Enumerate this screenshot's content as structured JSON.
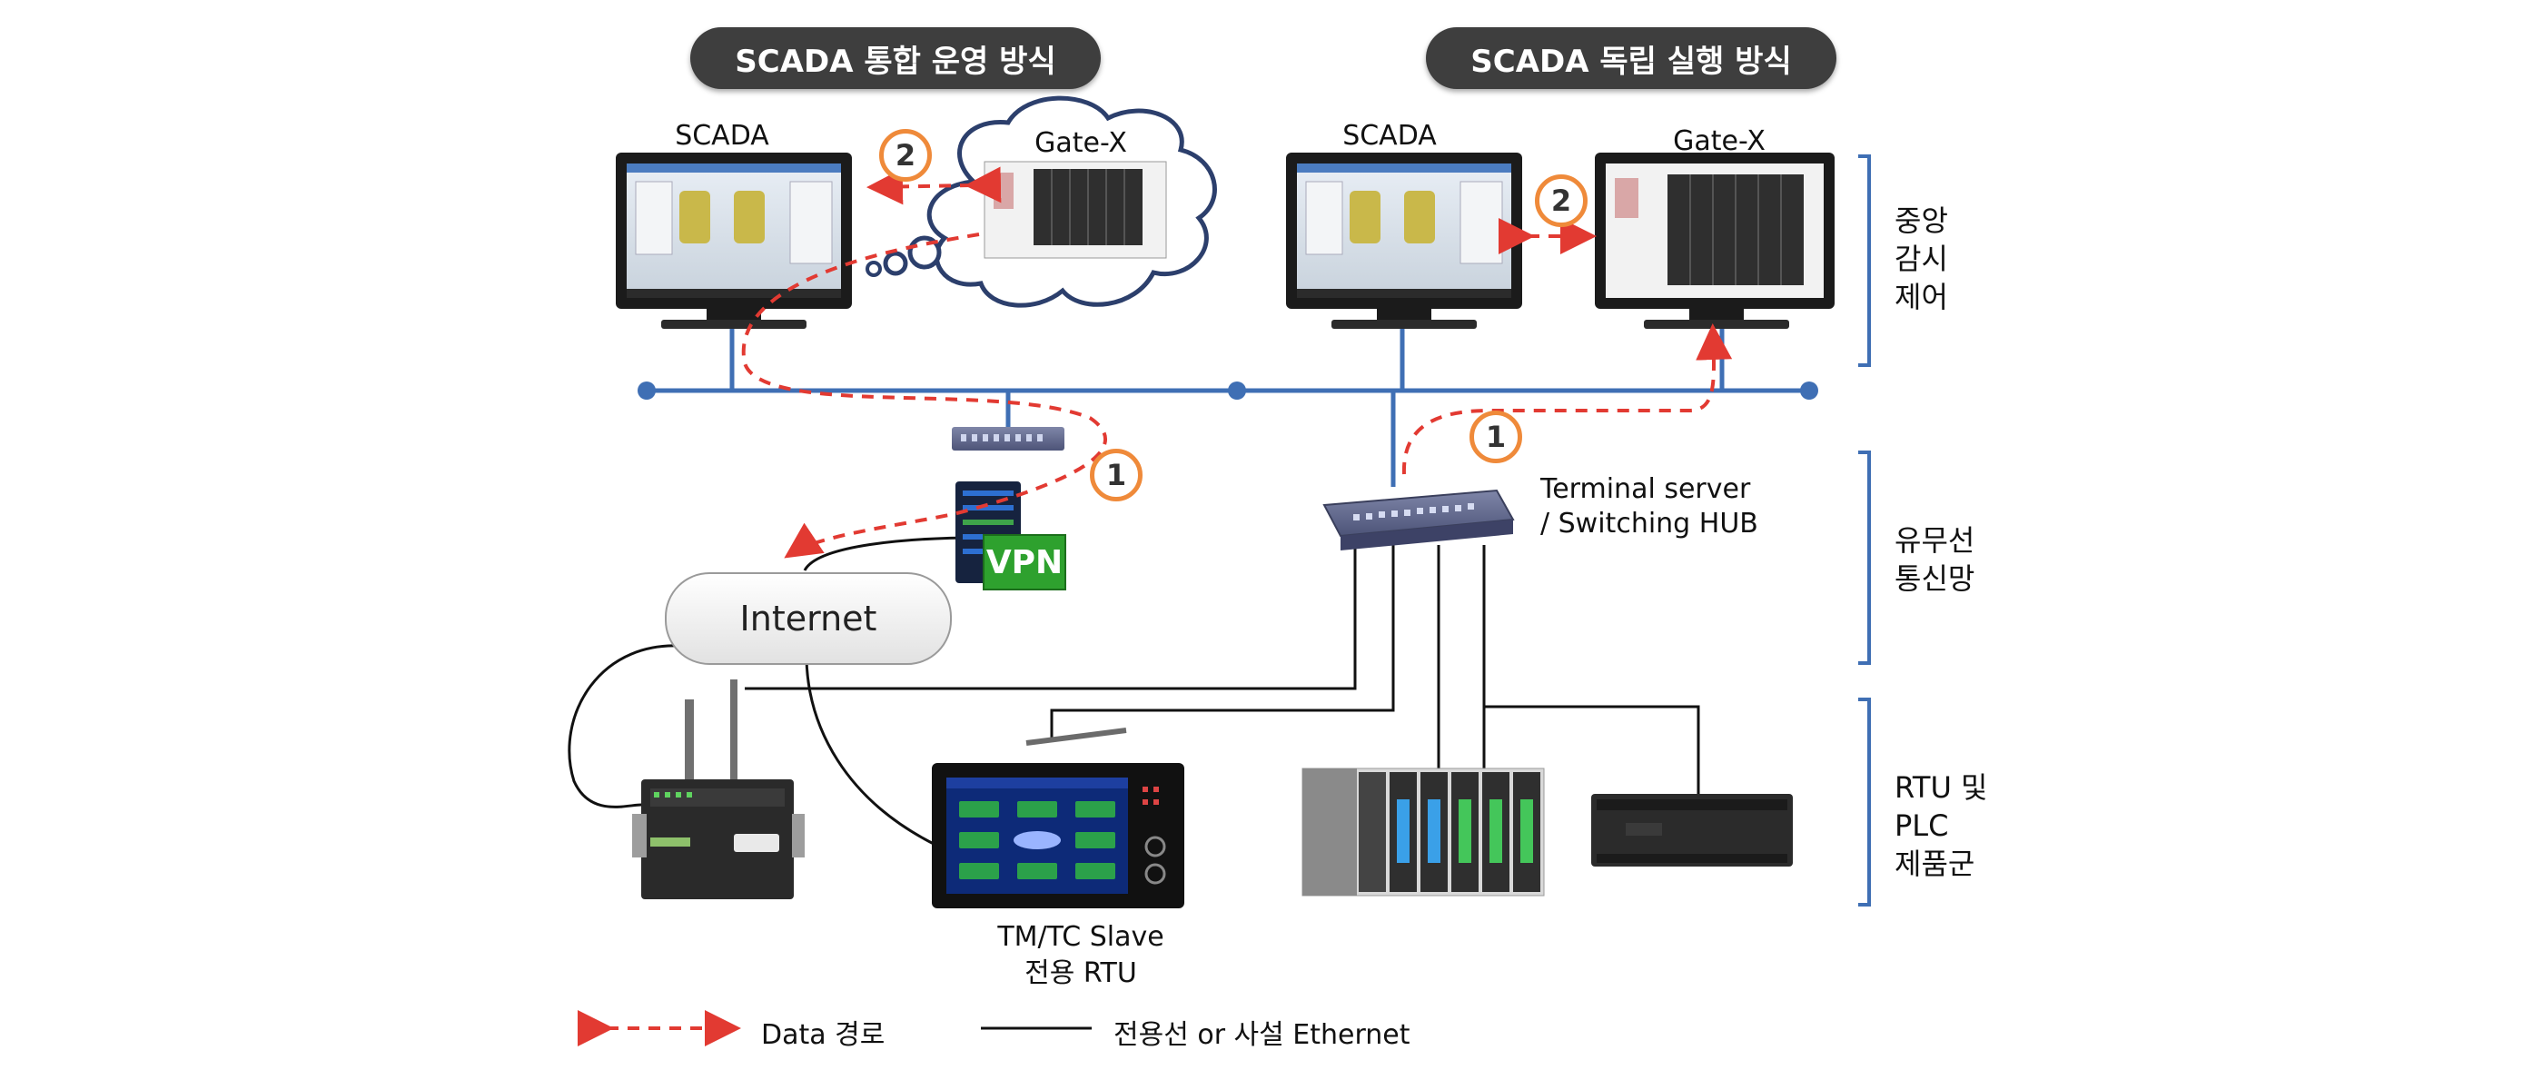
{
  "headers": {
    "integrated": "SCADA 통합 운영 방식",
    "standalone": "SCADA 독립 실행 방식"
  },
  "monitors": {
    "scada_left": "SCADA",
    "gatex_cloud": "Gate-X",
    "scada_right": "SCADA",
    "gatex_right": "Gate-X"
  },
  "markers": {
    "left_2": "2",
    "right_2": "2",
    "left_1": "1",
    "right_1": "1"
  },
  "network": {
    "vpn": "VPN",
    "internet": "Internet",
    "terminal_server_line1": "Terminal server",
    "terminal_server_line2": "/ Switching HUB"
  },
  "devices": {
    "tmtc_line1": "TM/TC Slave",
    "tmtc_line2": "전용 RTU"
  },
  "tiers": {
    "central": [
      "중앙",
      "감시",
      "제어"
    ],
    "comm": [
      "유무선",
      "통신망"
    ],
    "rtu": [
      "RTU 및",
      "PLC",
      "제품군"
    ]
  },
  "legend": {
    "data_path": "Data 경로",
    "dedicated_line": "전용선 or 사설 Ethernet"
  },
  "colors": {
    "pill_bg": "#3e3e3e",
    "network_line": "#3f6fb4",
    "data_path": "#e23a32",
    "marker_border": "#ef8a3a",
    "tier_bracket": "#3f6fb4",
    "vpn_green": "#2ea12e"
  },
  "icons": {
    "monitor": "monitor-icon",
    "cloud": "cloud-icon",
    "vpn": "vpn-server-icon",
    "hub": "switching-hub-icon",
    "rtu": "rtu-device-icon",
    "plc": "plc-rack-icon"
  }
}
